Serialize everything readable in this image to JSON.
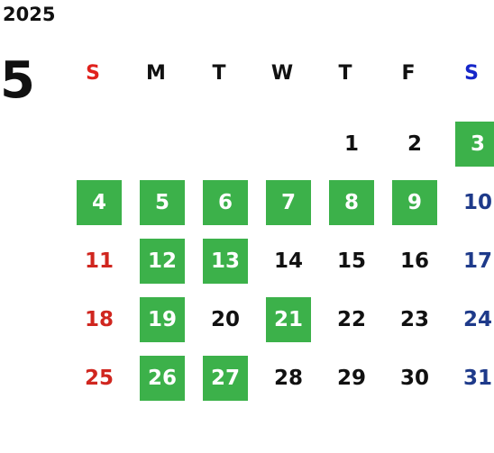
{
  "year": "2025",
  "month": "5",
  "weekdays": [
    "S",
    "M",
    "T",
    "W",
    "T",
    "F",
    "S"
  ],
  "first_weekday_index": 4,
  "days": [
    {
      "n": "1",
      "hl": false
    },
    {
      "n": "2",
      "hl": false
    },
    {
      "n": "3",
      "hl": true
    },
    {
      "n": "4",
      "hl": true
    },
    {
      "n": "5",
      "hl": true
    },
    {
      "n": "6",
      "hl": true
    },
    {
      "n": "7",
      "hl": true
    },
    {
      "n": "8",
      "hl": true
    },
    {
      "n": "9",
      "hl": true
    },
    {
      "n": "10",
      "hl": false
    },
    {
      "n": "11",
      "hl": false
    },
    {
      "n": "12",
      "hl": true
    },
    {
      "n": "13",
      "hl": true
    },
    {
      "n": "14",
      "hl": false
    },
    {
      "n": "15",
      "hl": false
    },
    {
      "n": "16",
      "hl": false
    },
    {
      "n": "17",
      "hl": false
    },
    {
      "n": "18",
      "hl": false
    },
    {
      "n": "19",
      "hl": true
    },
    {
      "n": "20",
      "hl": false
    },
    {
      "n": "21",
      "hl": true
    },
    {
      "n": "22",
      "hl": false
    },
    {
      "n": "23",
      "hl": false
    },
    {
      "n": "24",
      "hl": false
    },
    {
      "n": "25",
      "hl": false
    },
    {
      "n": "26",
      "hl": true
    },
    {
      "n": "27",
      "hl": true
    },
    {
      "n": "28",
      "hl": false
    },
    {
      "n": "29",
      "hl": false
    },
    {
      "n": "30",
      "hl": false
    },
    {
      "n": "31",
      "hl": false
    }
  ],
  "colors": {
    "highlight": "#3cb14a",
    "sunday": "#d0261f",
    "saturday": "#1e3a8a",
    "sunday_header": "#e0211c",
    "saturday_header": "#1526c9"
  }
}
